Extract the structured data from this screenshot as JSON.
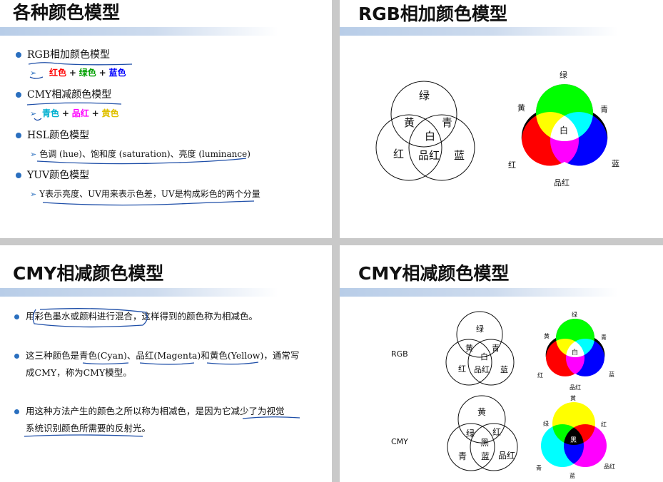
{
  "slide1": {
    "title": "各种颜色模型",
    "items": [
      {
        "label": "RGB相加颜色模型"
      },
      {
        "label": "CMY相减颜色模型"
      },
      {
        "label": "HSL颜色模型"
      },
      {
        "label": "YUV颜色模型"
      }
    ],
    "rgb_sub": {
      "red": "红色",
      "plus1": "+",
      "green": "绿色",
      "plus2": "+",
      "blue": "蓝色"
    },
    "cmy_sub": {
      "cyan": "青色",
      "plus1": "+",
      "magenta": "品红",
      "plus2": "+",
      "yellow": "黄色"
    },
    "hsl_sub": "色调 (hue)、饱和度 (saturation)、亮度 (luminance)",
    "yuv_sub": "Y表示亮度、UV用来表示色差，UV是构成彩色的两个分量"
  },
  "slide2": {
    "title": "RGB相加颜色模型",
    "venn": {
      "top": "绿",
      "left": "红",
      "right": "蓝",
      "top_left": "黄",
      "top_right": "青",
      "bottom": "品红",
      "center": "白"
    },
    "color_labels": {
      "top": "绿",
      "top_left": "黄",
      "top_right": "青",
      "left": "红",
      "right": "蓝",
      "bottom": "品红",
      "center": "白"
    }
  },
  "slide3": {
    "title": "CMY相减颜色模型",
    "para1": "用彩色墨水或颜料进行混合，这样得到的颜色称为相减色。",
    "para2_line1": "这三种颜色是青色(Cyan)、品红(Magenta)和黄色(Yellow)，通常写",
    "para2_line2": "成CMY，称为CMY模型。",
    "para3_line1": "用这种方法产生的颜色之所以称为相减色，是因为它减少了为视觉",
    "para3_line2": "系统识别颜色所需要的反射光。"
  },
  "slide4": {
    "title": "CMY相减颜色模型",
    "rgb_label": "RGB",
    "cmy_label": "CMY",
    "rgb_venn": {
      "top": "绿",
      "left": "红",
      "right": "蓝",
      "top_left": "黄",
      "top_right": "青",
      "bottom": "品红",
      "center": "白"
    },
    "rgb_colors": {
      "top": "绿",
      "top_left": "黄",
      "top_right": "青",
      "left": "红",
      "right": "蓝",
      "bottom": "品红",
      "center": "白"
    },
    "cmy_venn": {
      "top": "黄",
      "left": "青",
      "right": "品红",
      "top_left": "绿",
      "top_right": "红",
      "bottom": "蓝",
      "center": "黑"
    },
    "cmy_colors": {
      "top": "黄",
      "top_left": "绿",
      "top_right": "红",
      "left": "青",
      "right": "品红",
      "bottom": "蓝",
      "center": "黑"
    }
  },
  "colors": {
    "accent_blue": "#2a6fbf",
    "red": "#ff0000",
    "green": "#00e000",
    "blue": "#0000ff",
    "cyan": "#00ffff",
    "magenta": "#ff00ff",
    "yellow": "#ffff00",
    "ink": "#1f4fa8"
  }
}
